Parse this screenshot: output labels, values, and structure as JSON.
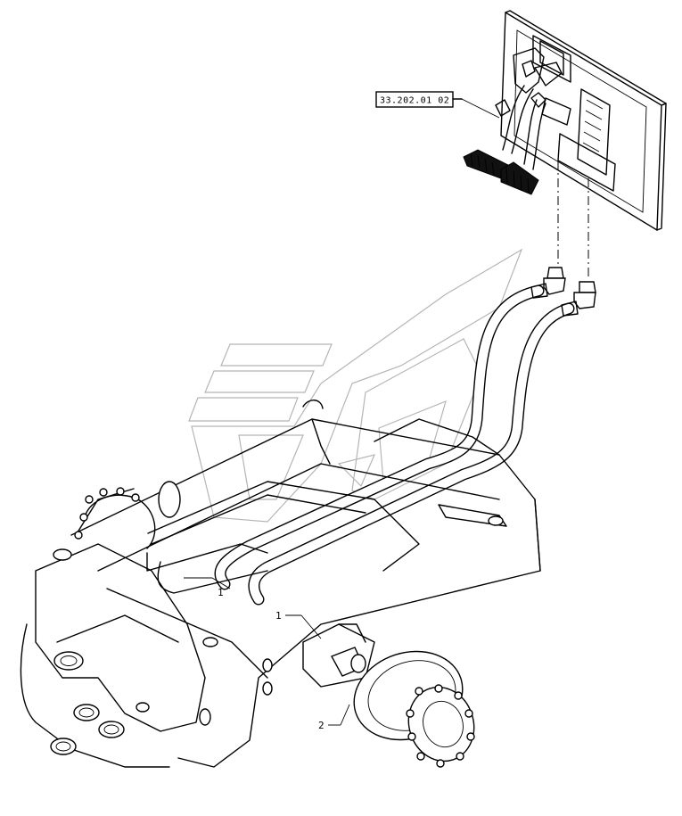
{
  "references": {
    "pedal_assembly": "33.202.01 02"
  },
  "callouts": [
    {
      "id": "c1a",
      "label": "1"
    },
    {
      "id": "c1b",
      "label": "1"
    },
    {
      "id": "c2",
      "label": "2"
    }
  ],
  "colors": {
    "line": "#000000",
    "watermark": "#b5b5b5",
    "background": "#ffffff"
  }
}
